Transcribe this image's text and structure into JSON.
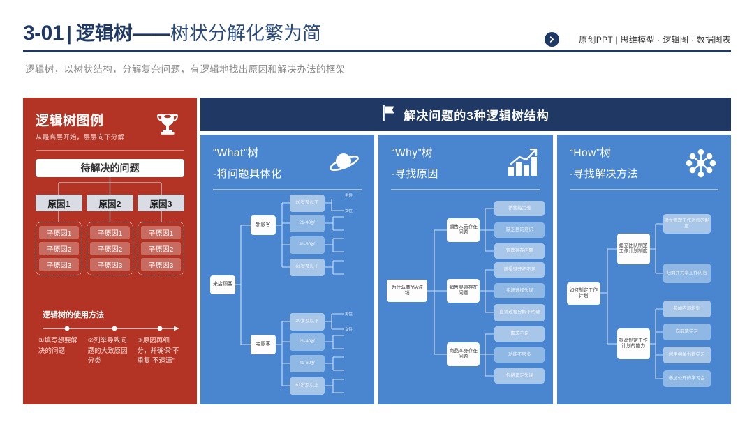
{
  "header": {
    "number": "3-01",
    "divider": "|",
    "title_main": "逻辑树",
    "title_dash": "——",
    "title_sub": "树状分解化繁为简",
    "right_text": "原创PPT | 思维模型 · 逻辑图 · 数据图表",
    "arrow_icon": "chevron-right-circle-icon"
  },
  "subtitle": "逻辑树，以树状结构，分解复杂问题，有逻辑地找出原因和解决办法的框架",
  "left_panel": {
    "title": "逻辑树图例",
    "subtitle": "从最高层开始，层层向下分解",
    "icon": "trophy-icon",
    "root": "待解决的问题",
    "causes": [
      "原因1",
      "原因2",
      "原因3"
    ],
    "sub_causes": [
      [
        "子原因1",
        "子原因2",
        "子原因3"
      ],
      [
        "子原因1",
        "子原因2",
        "子原因3"
      ],
      [
        "子原因1",
        "子原因2",
        "子原因3"
      ]
    ],
    "method_title": "逻辑树的使用方法",
    "steps": [
      "①填写想要解决的问题",
      "②列举导致问题的大致原因分类",
      "③原因再细分，并确保“不重复 不遗漏”"
    ],
    "bg_color": "#b33425"
  },
  "right_header": {
    "text": "解决问题的3种逻辑树结构",
    "icon": "flag-icon",
    "bg_color": "#1f3864"
  },
  "panels": [
    {
      "line1": "“What”树",
      "line2": "-将问题具体化",
      "icon": "planet-icon",
      "tree": {
        "root": "来店顾客",
        "branches": [
          {
            "label": "新顾客",
            "children": [
              "20岁及以下",
              "21-40岁",
              "41-60岁",
              "61岁及以上"
            ],
            "leaves": [
              "男性",
              "女性"
            ]
          },
          {
            "label": "老顾客",
            "children": [
              "20岁及以下",
              "21-40岁",
              "41-60岁",
              "61岁及以上"
            ],
            "leaves": [
              "男性",
              "女性"
            ]
          }
        ]
      }
    },
    {
      "line1": "“Why”树",
      "line2": "-寻找原因",
      "icon": "bar-chart-icon",
      "tree": {
        "root": "为什么商品A滞销",
        "branches": [
          {
            "label": "销售人员存在问题",
            "children": [
              "销售能力差",
              "缺乏目的意识",
              "管理存在问题"
            ]
          },
          {
            "label": "销售渠道存在问题",
            "children": [
              "新渠道开拓不足",
              "卖场选择失误",
              "直销过程分解不明确"
            ]
          },
          {
            "label": "商品本身存在问题",
            "children": [
              "需求不足",
              "功能不够多",
              "价格设定失误"
            ]
          }
        ]
      }
    },
    {
      "line1": "“How”树",
      "line2": "-寻找解决方法",
      "icon": "network-nodes-icon",
      "tree": {
        "root": "如何制定工作计划",
        "branches": [
          {
            "label": "建立团队制定工作计划制度",
            "children": [
              "建立管理工作进程的制度",
              "归纳并共享工作内容"
            ]
          },
          {
            "label": "提高制定工作计划的能力",
            "children": [
              "参加内部培训",
              "向前辈学习",
              "利用相关书籍学习",
              "参加公开的学习会"
            ]
          }
        ]
      }
    }
  ],
  "colors": {
    "navy": "#1f3864",
    "red": "#b33425",
    "blue": "#4a86cf",
    "node_light": "#a8c6e8"
  }
}
